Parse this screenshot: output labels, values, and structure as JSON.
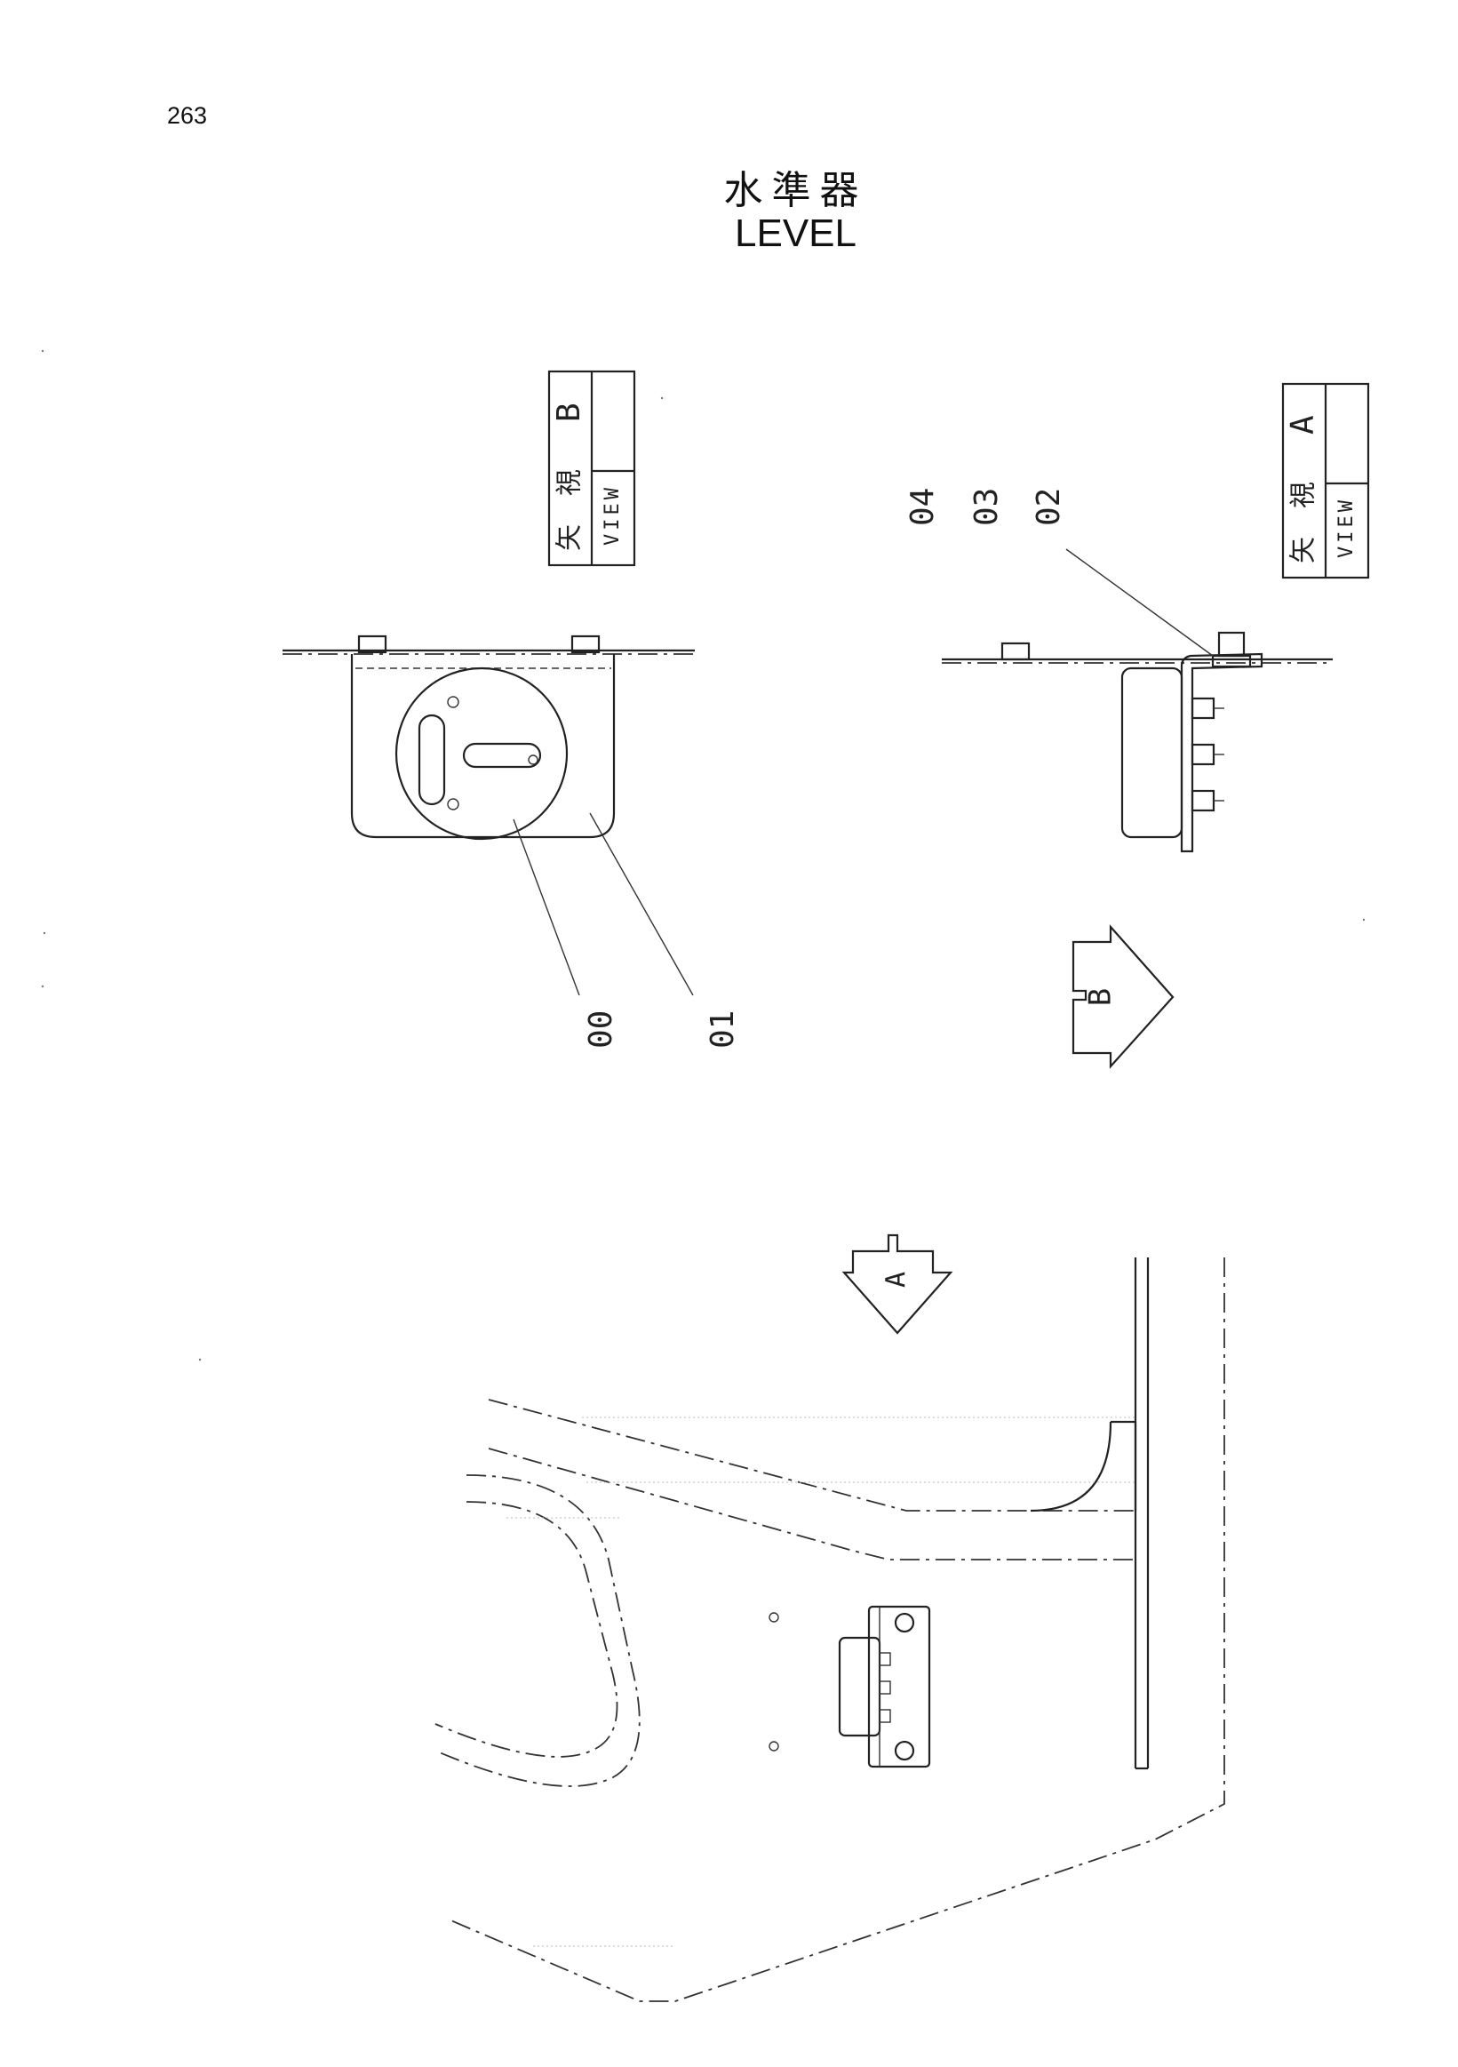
{
  "page": {
    "number": "263"
  },
  "title": {
    "japanese": "水準器",
    "english": "LEVEL"
  },
  "view_b_box": {
    "kanji_1": "矢",
    "kanji_2": "視",
    "letter": "B",
    "word": "VIEW"
  },
  "view_a_box": {
    "kanji_1": "矢",
    "kanji_2": "視",
    "letter": "A",
    "word": "VIEW"
  },
  "part_labels": {
    "p00": "00",
    "p01": "01",
    "p02": "02",
    "p03": "03",
    "p04": "04"
  },
  "arrows": {
    "arrow_b": "B",
    "arrow_a": "A"
  }
}
